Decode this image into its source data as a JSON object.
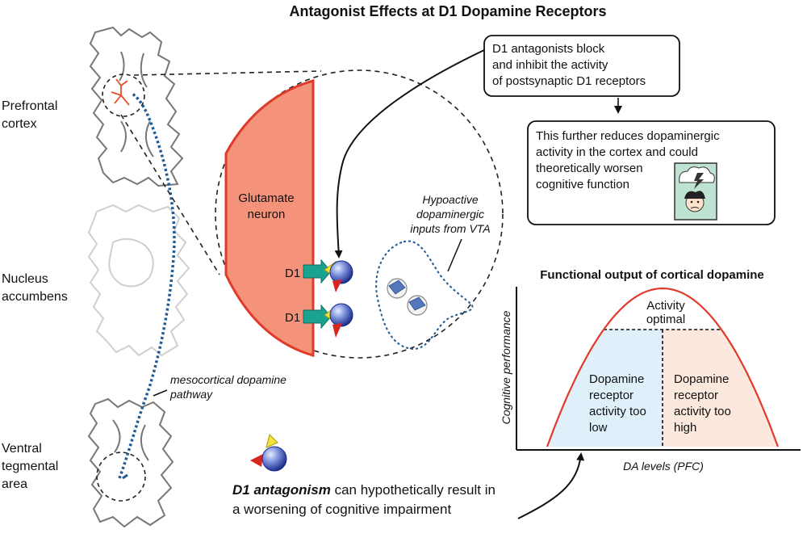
{
  "title": "Antagonist Effects at D1 Dopamine Receptors",
  "regions": {
    "prefrontal": [
      "Prefrontal",
      "cortex"
    ],
    "accumbens": [
      "Nucleus",
      "accumbens"
    ],
    "vta": [
      "Ventral",
      "tegmental",
      "area"
    ]
  },
  "pathway_label": [
    "mesocortical dopamine",
    "pathway"
  ],
  "neuron_label": [
    "Glutamate",
    "neuron"
  ],
  "receptor_label": "D1",
  "vta_input_label": [
    "Hypoactive",
    "dopaminergic",
    "inputs from VTA"
  ],
  "box1": [
    "D1 antagonists block",
    "and inhibit the activity",
    "of postsynaptic D1 receptors"
  ],
  "box2": [
    "This further reduces dopaminergic",
    "activity in the cortex and could",
    "theoretically worsen",
    "cognitive function"
  ],
  "chart_title": "Functional output of cortical dopamine",
  "chart_data": {
    "type": "area",
    "xlabel": "DA levels (PFC)",
    "ylabel": "Cognitive performance",
    "curve": "inverted-U",
    "regions": [
      {
        "label": [
          "Activity",
          "optimal"
        ],
        "position": "peak"
      },
      {
        "label": [
          "Dopamine",
          "receptor",
          "activity too",
          "low"
        ],
        "color": "#e0f0fa"
      },
      {
        "label": [
          "Dopamine",
          "receptor",
          "activity too",
          "high"
        ],
        "color": "#fce8dd"
      }
    ]
  },
  "caption": {
    "emphasis": "D1 antagonism",
    "rest_line1": " can hypothetically result in",
    "line2": "a worsening of cognitive impairment"
  },
  "colors": {
    "neuron_fill": "#f4937a",
    "neuron_stroke": "#e03a2a",
    "pathway": "#1f5a94",
    "receptor": "#1aa38f",
    "drug_ball": "#2a3fa8",
    "curve": "#e03a2a"
  }
}
